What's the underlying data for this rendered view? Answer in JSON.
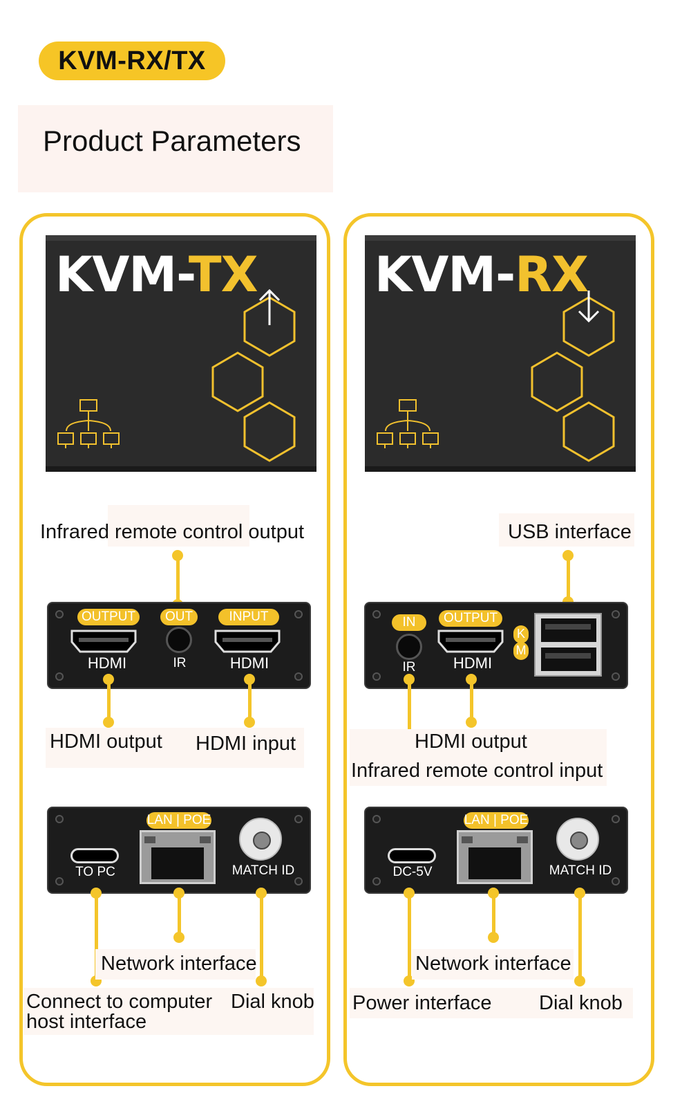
{
  "header": {
    "badge": "KVM-RX/TX",
    "title": "Product Parameters"
  },
  "colors": {
    "accent": "#f4c52a",
    "device": "#1c1c1c",
    "product_top": "#2b2b2b"
  },
  "tx": {
    "brand_prefix": "KVM-",
    "brand_suffix": "TX",
    "arrow_icon": "arrow-up-icon",
    "front": {
      "tag_output": "OUTPUT",
      "tag_out": "OUT",
      "tag_input": "INPUT",
      "hdmi_out_label": "HDMI",
      "ir_label": "IR",
      "hdmi_in_label": "HDMI"
    },
    "back": {
      "tag_lan": "LAN | POE",
      "usb_label": "TO PC",
      "dial_label": "MATCH ID"
    },
    "callouts": {
      "ir_output": "Infrared remote control output",
      "hdmi_output": "HDMI output",
      "hdmi_input": "HDMI input",
      "network": "Network interface",
      "host_line1": "Connect to computer",
      "host_line2": "host interface",
      "dial": "Dial knob"
    }
  },
  "rx": {
    "brand_prefix": "KVM-",
    "brand_suffix": "RX",
    "arrow_icon": "arrow-down-icon",
    "front": {
      "tag_in": "IN",
      "tag_output": "OUTPUT",
      "tag_k": "K",
      "tag_m": "M",
      "ir_label": "IR",
      "hdmi_label": "HDMI"
    },
    "back": {
      "tag_lan": "LAN | POE",
      "power_label": "DC-5V",
      "dial_label": "MATCH ID"
    },
    "callouts": {
      "usb": "USB interface",
      "hdmi_output": "HDMI output",
      "ir_input": "Infrared remote control input",
      "network": "Network interface",
      "power": "Power interface",
      "dial": "Dial knob"
    }
  }
}
